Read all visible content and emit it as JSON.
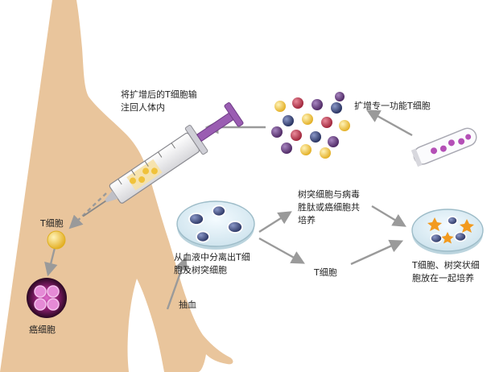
{
  "labels": {
    "inject_line1": "将扩增后的T细胞输",
    "inject_line2": "注回人体内",
    "expand": "扩增专一功能T细胞",
    "tcell": "T细胞",
    "cancer": "癌细胞",
    "coculture_line1": "树突细胞与病毒",
    "coculture_line2": "胜肽或癌细胞共",
    "coculture_line3": "培养",
    "separate_line1": "从血液中分离出T细",
    "separate_line2": "胞及树突细胞",
    "tcell_mid": "T细胞",
    "together_line1": "T细胞、树突状细",
    "together_line2": "胞放在一起培养",
    "draw_blood": "抽血"
  },
  "colors": {
    "body": "#E9C59C",
    "arrow": "#9A9A9A",
    "syringe_purple": "#8E5BA0",
    "cell_yellow": "#F0C23A",
    "cell_purple": "#5B2C6F",
    "cell_red": "#B8324A",
    "cell_navy": "#2E3A6E",
    "cancer_magenta": "#B0288C"
  }
}
